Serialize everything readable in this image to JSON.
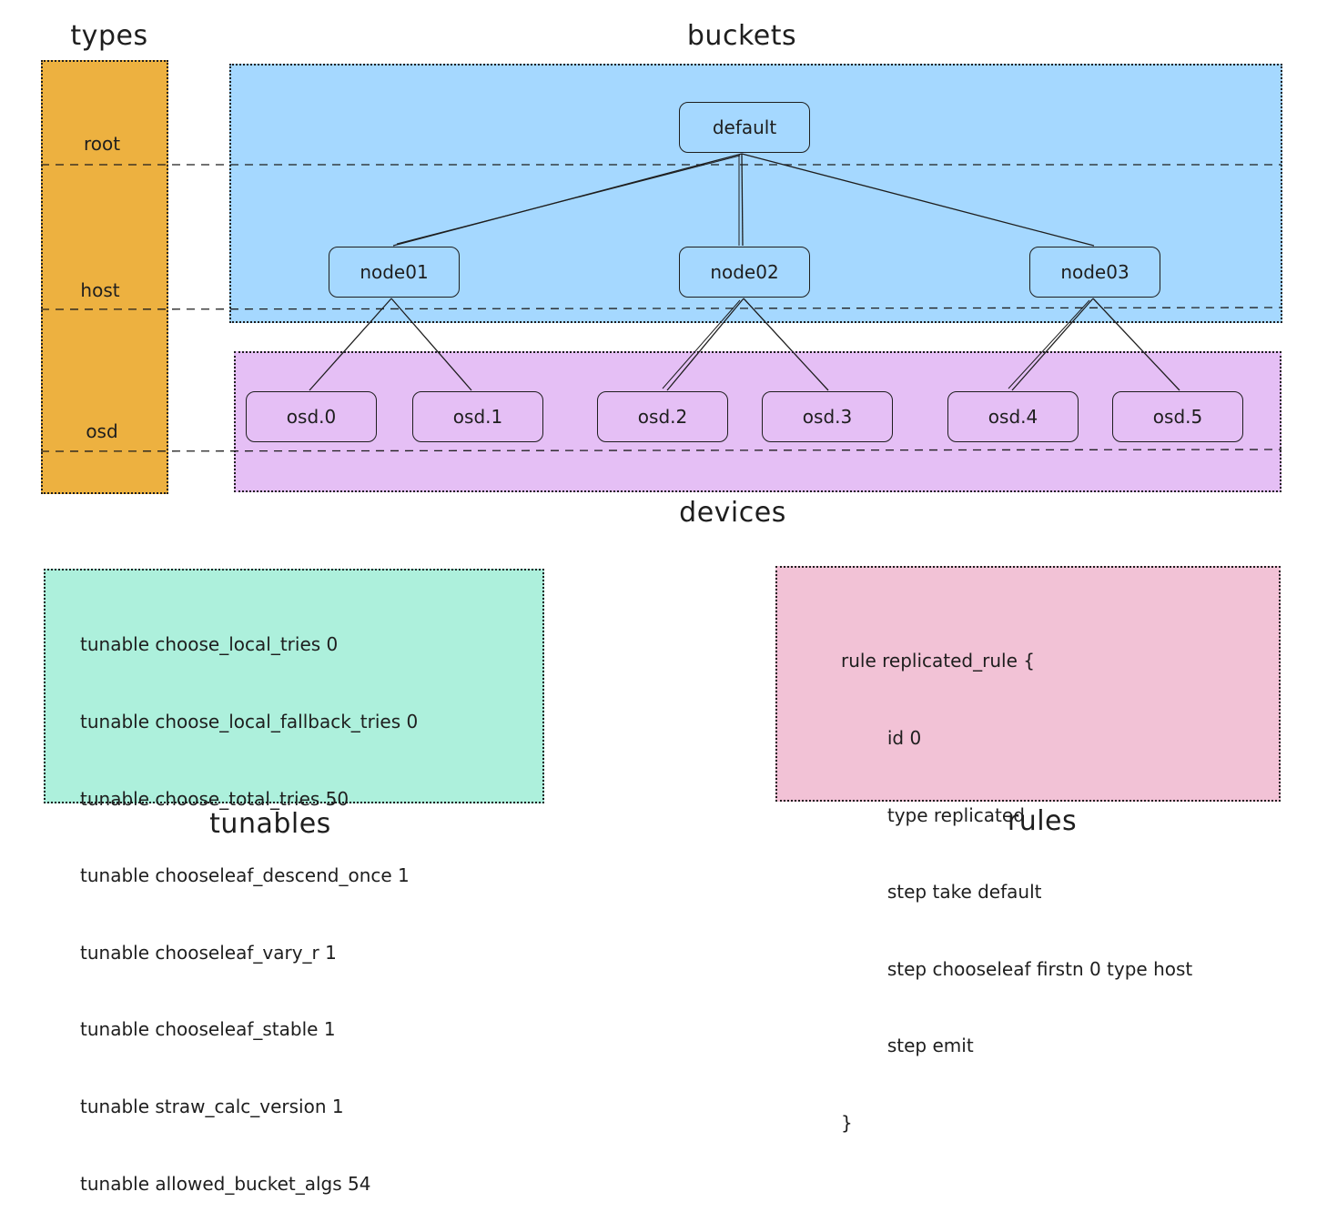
{
  "titles": {
    "types": "types",
    "buckets": "buckets",
    "devices": "devices",
    "tunables": "tunables",
    "rules": "rules"
  },
  "types": [
    "root",
    "host",
    "osd"
  ],
  "buckets": {
    "root": "default",
    "hosts": [
      "node01",
      "node02",
      "node03"
    ]
  },
  "devices": [
    "osd.0",
    "osd.1",
    "osd.2",
    "osd.3",
    "osd.4",
    "osd.5"
  ],
  "tunables": [
    "tunable choose_local_tries 0",
    "tunable choose_local_fallback_tries 0",
    "tunable choose_total_tries 50",
    "tunable chooseleaf_descend_once 1",
    "tunable chooseleaf_vary_r 1",
    "tunable chooseleaf_stable 1",
    "tunable straw_calc_version 1",
    "tunable allowed_bucket_algs 54"
  ],
  "rules": [
    "rule replicated_rule {",
    "        id 0",
    "        type replicated",
    "        step take default",
    "        step chooseleaf firstn 0 type host",
    "        step emit",
    "}"
  ],
  "colors": {
    "types_bg": "#edb140",
    "buckets_bg": "#a5d8ff",
    "devices_bg": "#e5bff5",
    "tunables_bg": "#adf0dc",
    "rules_bg": "#f2c2d6",
    "stroke": "#1e1e1e"
  }
}
